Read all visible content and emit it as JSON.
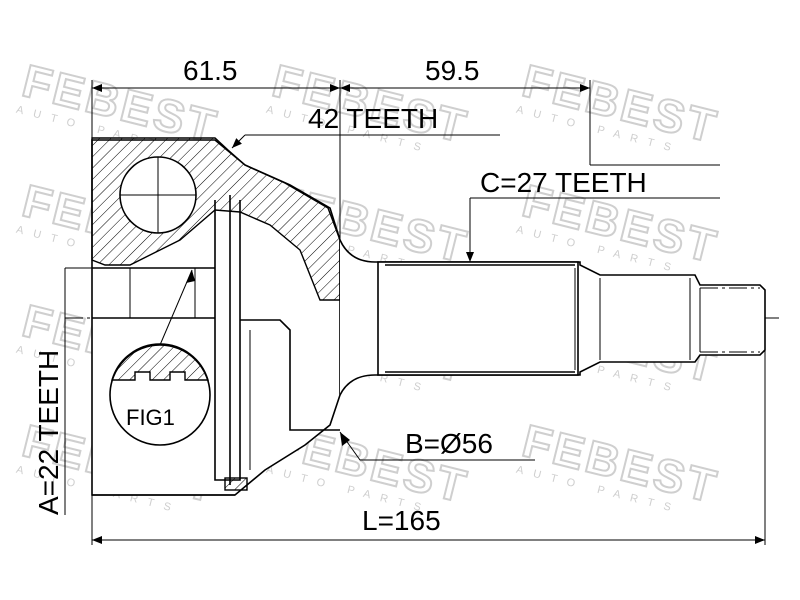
{
  "brand_watermark": {
    "name": "FEBEST",
    "subtitle": "AUTO PARTS",
    "color": "#cfcfcf"
  },
  "dimensions": {
    "length_left": "61.5",
    "length_right": "59.5",
    "outer_teeth": "42 TEETH",
    "shaft_teeth": "C=27 TEETH",
    "inner_teeth": "A=22 TEETH",
    "seal_diameter": "B=Ø56",
    "total_length": "L=165"
  },
  "figure_label": "FIG1",
  "colors": {
    "line": "#000000",
    "background": "#ffffff"
  }
}
